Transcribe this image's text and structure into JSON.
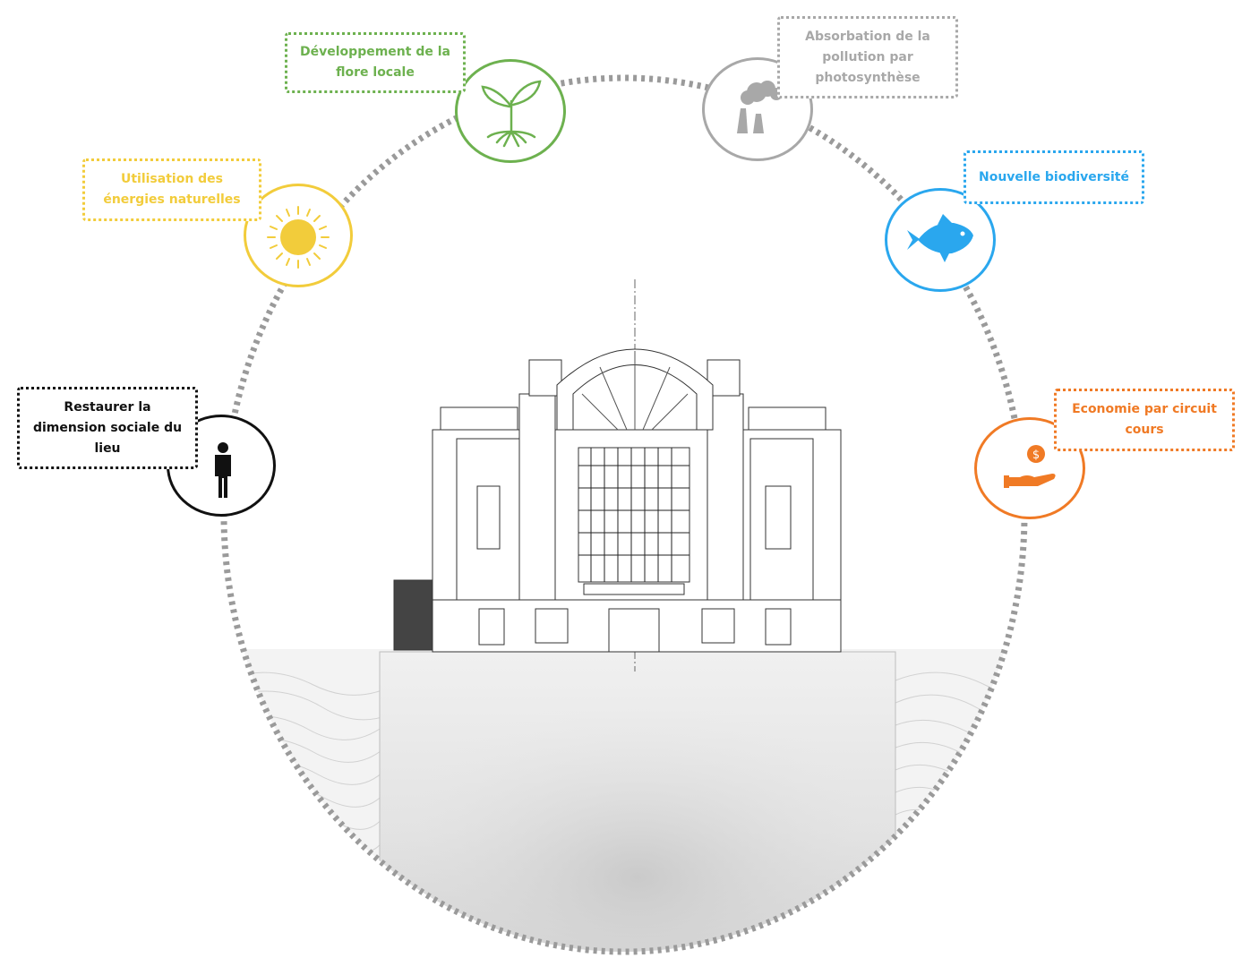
{
  "colors": {
    "social": "#111111",
    "energy": "#f2cc3b",
    "flora": "#6db14f",
    "pollution": "#a8a8a8",
    "biodiversity": "#2aa7ee",
    "economy": "#f07a25",
    "ring": "#9a9a9a"
  },
  "themes": {
    "social": {
      "lines": [
        "Restaurer la",
        "dimension  sociale du",
        "lieu"
      ],
      "icon": "person-icon"
    },
    "energy": {
      "lines": [
        "Utilisation des",
        "énergies naturelles"
      ],
      "icon": "sun-icon"
    },
    "flora": {
      "lines": [
        "Développement de la",
        "flore locale"
      ],
      "icon": "sprout-icon"
    },
    "pollution": {
      "lines": [
        "Absorbation de la",
        "pollution par",
        "photosynthèse"
      ],
      "icon": "factory-icon"
    },
    "biodiversity": {
      "lines": [
        "Nouvelle biodiversité"
      ],
      "icon": "fish-icon"
    },
    "economy": {
      "lines": [
        "Economie par circuit",
        "cours"
      ],
      "icon": "hand-coin-icon"
    }
  }
}
